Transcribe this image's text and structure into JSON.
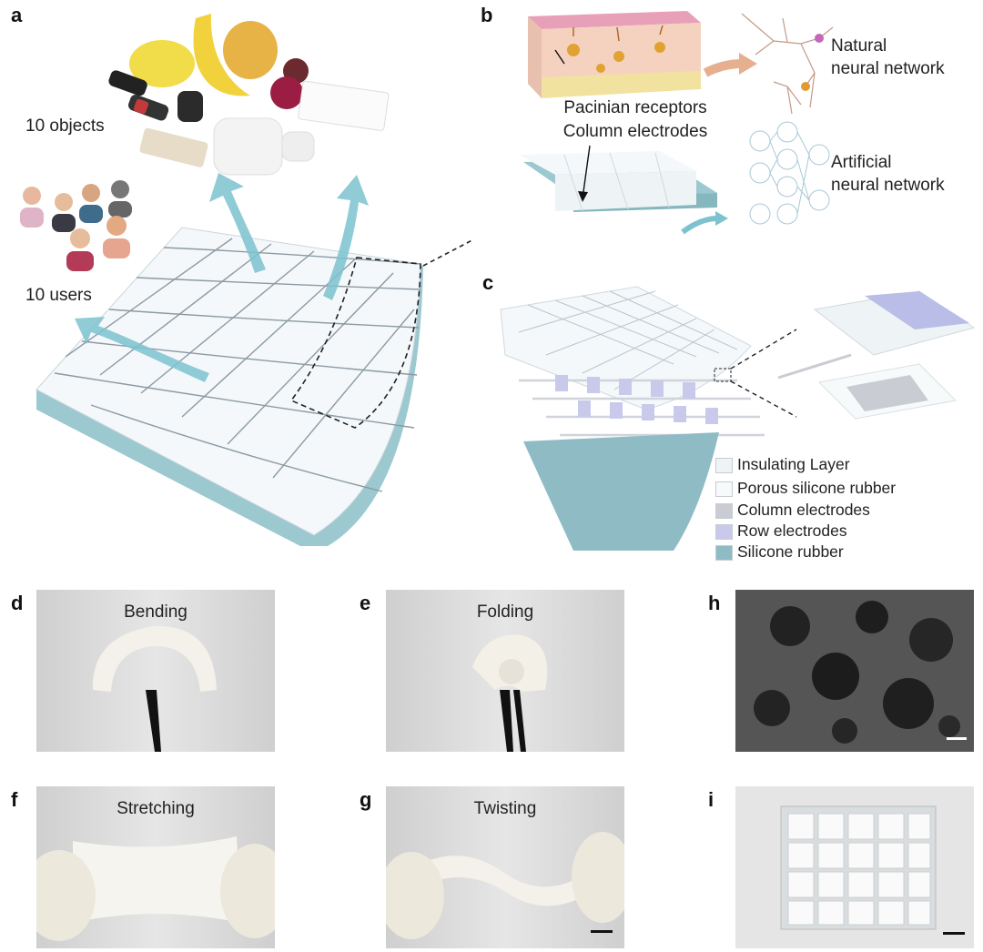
{
  "panels": {
    "a": {
      "label": "a",
      "objects_label": "10 objects",
      "users_label": "10 users"
    },
    "b": {
      "label": "b",
      "receptor_label_1": "Pacinian receptors",
      "receptor_label_2": "Column electrodes",
      "natural_nn_1": "Natural",
      "natural_nn_2": "neural network",
      "artificial_nn_1": "Artificial",
      "artificial_nn_2": "neural network"
    },
    "c": {
      "label": "c",
      "legend": [
        {
          "text": "Insulating Layer",
          "color": "#eef3f6"
        },
        {
          "text": "Porous silicone rubber",
          "color": "#f7fafb"
        },
        {
          "text": "Column electrodes",
          "color": "#c9ccd2"
        },
        {
          "text": "Row electrodes",
          "color": "#c9c9ec"
        },
        {
          "text": "Silicone rubber",
          "color": "#8fbcc4"
        }
      ]
    },
    "d": {
      "label": "d",
      "caption": "Bending"
    },
    "e": {
      "label": "e",
      "caption": "Folding"
    },
    "f": {
      "label": "f",
      "caption": "Stretching"
    },
    "g": {
      "label": "g",
      "caption": "Twisting"
    },
    "h": {
      "label": "h"
    },
    "i": {
      "label": "i"
    }
  },
  "colors": {
    "substrate": "#9cc8cf",
    "arrow": "#7cc3cf",
    "sensor_pad": "#f5f8fa",
    "photo_bg": "#dcdcdc",
    "sem_bg": "#4a4a4a"
  }
}
